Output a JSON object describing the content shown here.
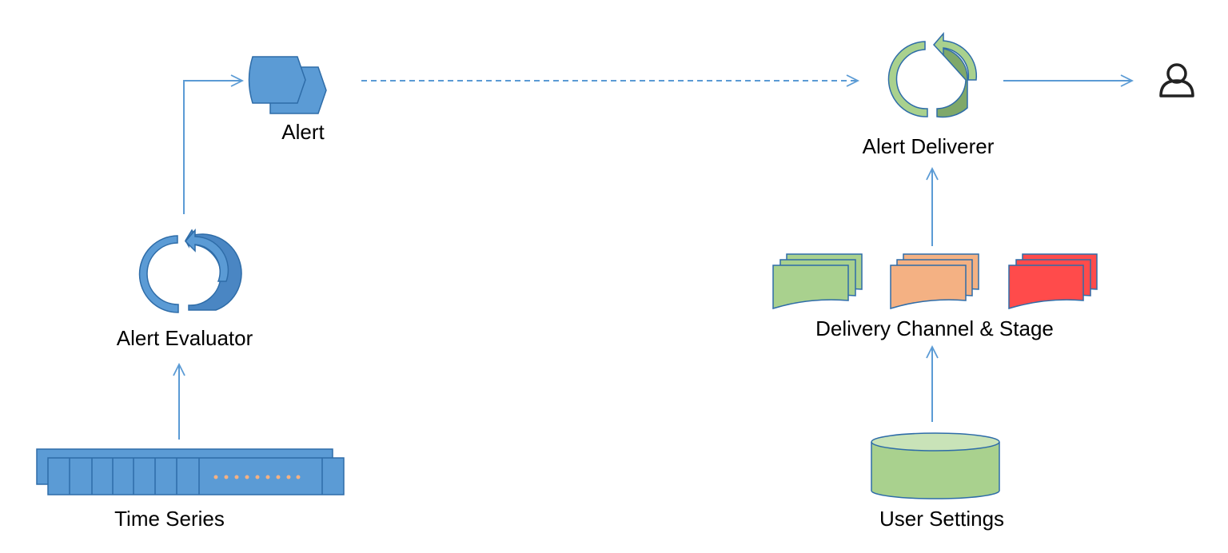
{
  "nodes": {
    "alert": {
      "label": "Alert",
      "icon": "message-queue-icon"
    },
    "alert_evaluator": {
      "label": "Alert Evaluator",
      "icon": "refresh-cycle-icon"
    },
    "time_series": {
      "label": "Time Series",
      "icon": "storage-rack-icon"
    },
    "alert_deliverer": {
      "label": "Alert Deliverer",
      "icon": "refresh-cycle-icon"
    },
    "delivery_channel_stage": {
      "label": "Delivery Channel & Stage",
      "icon": "document-stack-icon"
    },
    "user_settings": {
      "label": "User Settings",
      "icon": "database-cylinder-icon"
    },
    "user": {
      "icon": "user-icon"
    }
  },
  "edges": [
    {
      "from": "time_series",
      "to": "alert_evaluator",
      "style": "solid"
    },
    {
      "from": "alert_evaluator",
      "to": "alert",
      "style": "solid"
    },
    {
      "from": "alert",
      "to": "alert_deliverer",
      "style": "dashed"
    },
    {
      "from": "alert_deliverer",
      "to": "user",
      "style": "solid"
    },
    {
      "from": "delivery_channel_stage",
      "to": "alert_deliverer",
      "style": "solid"
    },
    {
      "from": "user_settings",
      "to": "delivery_channel_stage",
      "style": "solid"
    }
  ],
  "colors": {
    "blue_fill": "#5b9bd5",
    "blue_dark": "#4178b0",
    "blue_stroke": "#2e6ca8",
    "arrow": "#5b9bd5",
    "green_fill": "#a9d18e",
    "green_dark": "#7fa86a",
    "orange_fill": "#f4b183",
    "red_fill": "#ff4b4b",
    "dots": "#f4b183"
  }
}
